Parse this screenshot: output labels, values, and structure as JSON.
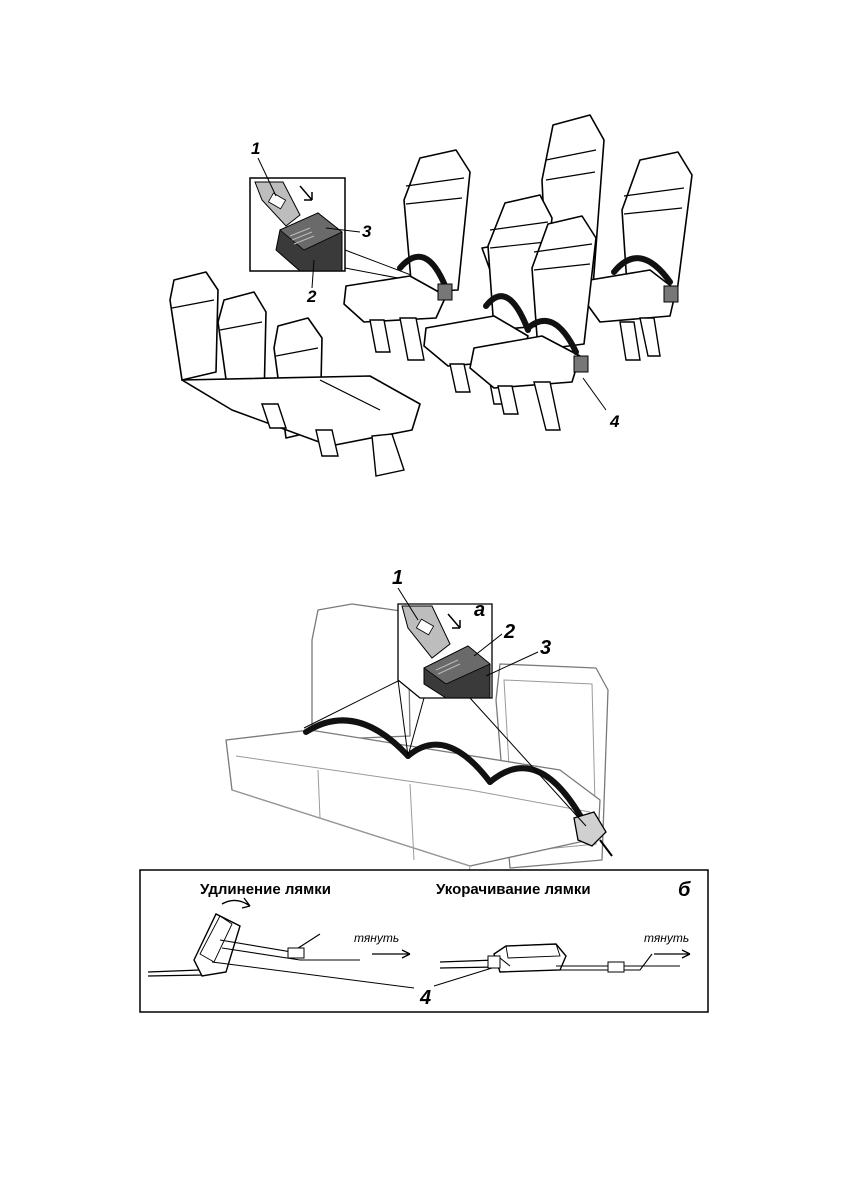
{
  "figure1": {
    "callouts": [
      "1",
      "2",
      "3",
      "4"
    ]
  },
  "figure2": {
    "inset_letter": "а",
    "callouts": [
      "1",
      "2",
      "3"
    ]
  },
  "figure3": {
    "letter": "б",
    "lengthen_title": "Удлинение лямки",
    "shorten_title": "Укорачивание лямки",
    "pull_left": "тянуть",
    "pull_right": "тянуть",
    "callout": "4"
  }
}
